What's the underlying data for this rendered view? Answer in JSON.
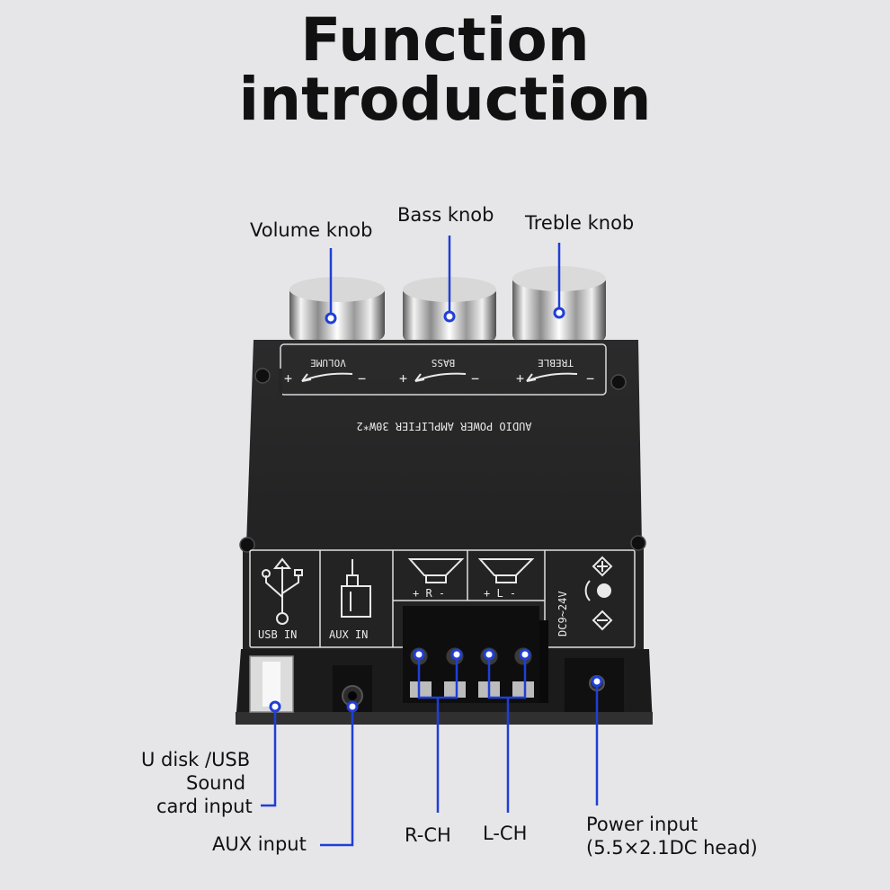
{
  "title": {
    "line1": "Function",
    "line2": "introduction"
  },
  "callouts": {
    "volume_knob": "Volume knob",
    "bass_knob": "Bass knob",
    "treble_knob": "Treble knob",
    "usb_input_line1": "U disk /USB",
    "usb_input_line2": "Sound",
    "usb_input_line3": "card input",
    "aux_input": "AUX input",
    "r_ch": "R-CH",
    "l_ch": "L-CH",
    "power_input_line1": "Power input",
    "power_input_line2": "(5.5×2.1DC head)"
  },
  "board": {
    "volume": "VOLUME",
    "bass": "BASS",
    "treble": "TREBLE",
    "model": "AUDIO POWER AMPLIFIER 30W*2",
    "usb_in": "USB IN",
    "aux_in": "AUX IN",
    "r_channel": "+ R -",
    "l_channel": "+ L -",
    "dc_range": "DC9~24V",
    "plus": "+",
    "minus": "−"
  },
  "colors": {
    "callout_line": "#1f3fd6",
    "board": "#262627",
    "silkscreen": "#e9e9e9",
    "background": "#e6e6e8"
  }
}
